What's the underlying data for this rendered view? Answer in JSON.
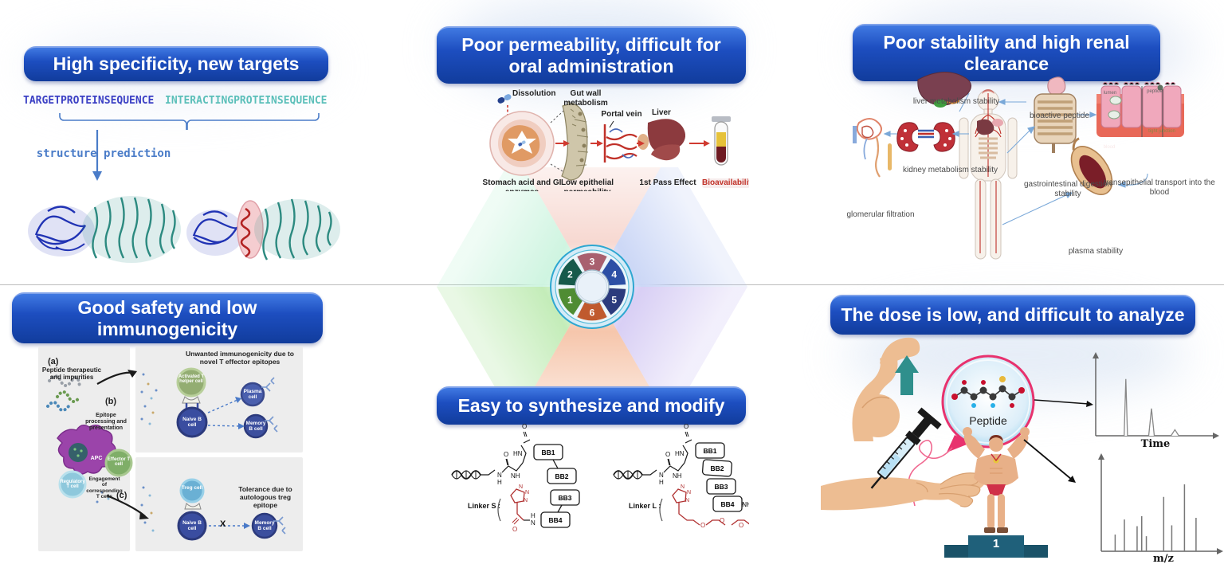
{
  "page": {
    "background": "#ffffff",
    "divider_color": "#bdbdbd"
  },
  "palette": {
    "banner_blue_top": "#4079e2",
    "banner_blue_bottom": "#113c9c",
    "banner_text": "#ffffff",
    "target_seq_color": "#3a3fc4",
    "interacting_seq_color": "#5bbfb9",
    "structure_arrow_color": "#4a7cc8",
    "bioavailability_red": "#c13128",
    "ring_border": "#2ea7d1",
    "podium_teal": "#1f607a",
    "bubble_rim_pink": "#e8326e"
  },
  "hub": {
    "segments": [
      {
        "number": "1",
        "color": "#4f8c33",
        "angle": 150
      },
      {
        "number": "2",
        "color": "#175a4b",
        "angle": 210
      },
      {
        "number": "3",
        "color": "#a8606f",
        "angle": 270
      },
      {
        "number": "4",
        "color": "#2c4fa5",
        "angle": 330
      },
      {
        "number": "5",
        "color": "#2c3b7d",
        "angle": 30
      },
      {
        "number": "6",
        "color": "#c05a2e",
        "angle": 90
      }
    ],
    "beams": [
      {
        "name": "top",
        "color": "#f0b9ac"
      },
      {
        "name": "upper-right",
        "color": "#aabdf0"
      },
      {
        "name": "lower-right",
        "color": "#b9a8ec"
      },
      {
        "name": "bottom",
        "color": "#f0a074"
      },
      {
        "name": "lower-left",
        "color": "#9ce08a"
      },
      {
        "name": "upper-left",
        "color": "#a8ecc8"
      }
    ]
  },
  "panels": {
    "specificity": {
      "title": "High specificity, new targets",
      "target_seq": "TARGETPROTEINSEQUENCE",
      "interacting_seq": "INTERACTINGPROTEINSEQUENCE",
      "process_label": "structure prediction"
    },
    "permeability": {
      "title": "Poor permeability, difficult for oral administration",
      "labels": {
        "dissolution": "Dissolution",
        "gut_wall": "Gut wall metabolism",
        "portal_vein": "Portal vein",
        "liver": "Liver",
        "stomach": "Stomach acid and GI enzymes",
        "epithelial": "Low epithelial permeability",
        "first_pass": "1st Pass Effect",
        "bioavailability": "Bioavailability"
      }
    },
    "stability": {
      "title": "Poor stability and high renal clearance",
      "labels": {
        "liver_metabolism": "liver metabolism stability",
        "bioactive_peptide": "bioactive peptide",
        "kidney_metabolism": "kidney metabolism stability",
        "glomerular": "glomerular filtration",
        "gastro": "gastrointestinal digestion stability",
        "transepithelial": "transepithelial transport into the blood",
        "plasma": "plasma stability",
        "lumen": "lumen",
        "peptide": "peptide",
        "blood": "blood",
        "tight_junction": "tight junction"
      }
    },
    "safety": {
      "title": "Good safety and low immunogenicity",
      "labels": {
        "a": "(a)",
        "b": "(b)",
        "c": "(c)",
        "peptide_therapeutic": "Peptide therapeutic and impurities",
        "epitope_processing": "Epitope processing and presentation",
        "apc": "APC",
        "effector": "Effector T cell",
        "regulatory": "Regulatory T cell",
        "engagement": "Engagement of corresponding T cells",
        "unwanted": "Unwanted immunogenicity due to novel T effector epitopes",
        "activated_helper": "Activated T helper cell",
        "naive_b": "Naive B cell",
        "plasma_cell": "Plasma cell",
        "memory_b": "Memory B cell",
        "tolerance": "Tolerance due to autologous treg epitope",
        "treg": "Treg cell",
        "x_mark": "X"
      }
    },
    "synthesis": {
      "title": "Easy to synthesize and modify",
      "linker_s": "Linker S :",
      "linker_l": "Linker L :",
      "bb1": "BB1",
      "bb2": "BB2",
      "bb3": "BB3",
      "bb4": "BB4",
      "nh": "NH",
      "hn": "HN",
      "o": "O",
      "n": "N",
      "h": "H"
    },
    "analysis": {
      "title": "The dose is low, and difficult to analyze",
      "peptide_label": "Peptide",
      "podium_rank": "1",
      "chromatogram": {
        "xlabel": "Time",
        "peaks": [
          {
            "x": 0.27,
            "h": 0.75,
            "w": 0.03
          },
          {
            "x": 0.5,
            "h": 0.36,
            "w": 0.05
          },
          {
            "x": 0.71,
            "h": 0.08,
            "w": 0.07
          }
        ]
      },
      "mass_spectrum": {
        "xlabel": "m/z",
        "peaks": [
          {
            "x": 0.12,
            "h": 0.2
          },
          {
            "x": 0.2,
            "h": 0.38
          },
          {
            "x": 0.31,
            "h": 0.3
          },
          {
            "x": 0.35,
            "h": 0.42
          },
          {
            "x": 0.39,
            "h": 0.18
          },
          {
            "x": 0.54,
            "h": 0.65
          },
          {
            "x": 0.61,
            "h": 0.31
          },
          {
            "x": 0.72,
            "h": 0.8
          },
          {
            "x": 0.82,
            "h": 0.4
          }
        ]
      }
    }
  }
}
